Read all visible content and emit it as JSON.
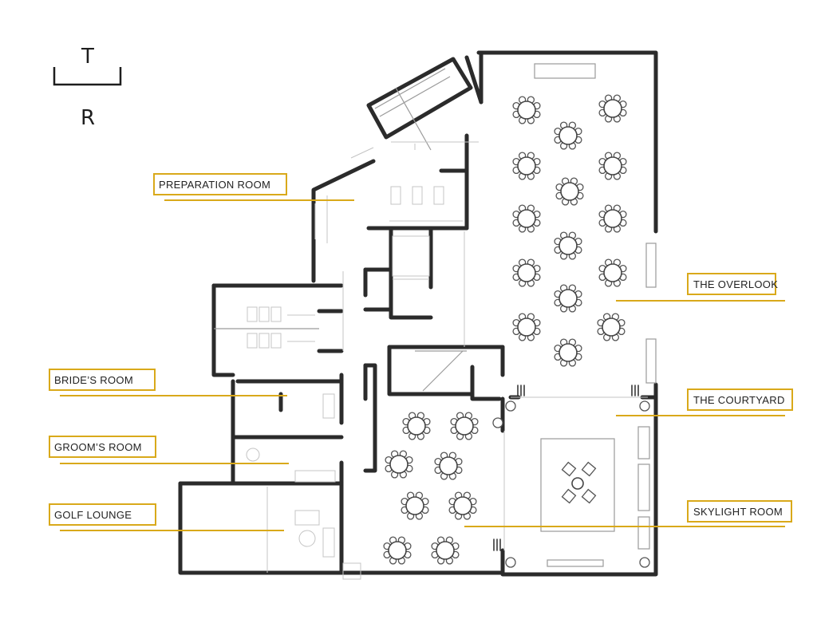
{
  "logo": {
    "top_letter": "T",
    "bottom_letter": "R"
  },
  "labels": {
    "preparation_room": "PREPARATION ROOM",
    "brides_room": "BRIDE’S ROOM",
    "grooms_room": "GROOM’S ROOM",
    "golf_lounge": "GOLF LOUNGE",
    "the_overlook": "THE OVERLOOK",
    "the_courtyard": "THE COURTYARD",
    "skylight_room": "SKYLIGHT ROOM"
  },
  "colors": {
    "accent": "#d9a91a",
    "wall": "#2b2b2b"
  }
}
